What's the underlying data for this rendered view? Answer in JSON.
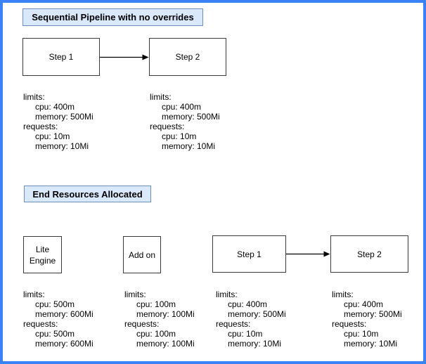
{
  "colors": {
    "frame_blue": "#3b82f6",
    "title_fill": "#dae8fc",
    "title_stroke": "#6c8ebf",
    "node_fill": "#ffffff",
    "node_stroke": "#3a3a3a",
    "arrow_color": "#000000",
    "text_color": "#000000",
    "background": "#ffffff"
  },
  "sections": [
    {
      "title": "Sequential Pipeline with no overrides",
      "nodes": [
        {
          "label": "Step 1"
        },
        {
          "label": "Step 2"
        }
      ],
      "resources": [
        {
          "limits_label": "limits:",
          "limit_cpu": "cpu: 400m",
          "limit_memory": "memory: 500Mi",
          "requests_label": "requests:",
          "request_cpu": "cpu: 10m",
          "request_memory": "memory: 10Mi"
        },
        {
          "limits_label": "limits:",
          "limit_cpu": "cpu: 400m",
          "limit_memory": "memory: 500Mi",
          "requests_label": "requests:",
          "request_cpu": "cpu: 10m",
          "request_memory": "memory: 10Mi"
        }
      ]
    },
    {
      "title": "End Resources Allocated",
      "nodes": [
        {
          "label": "Lite Engine"
        },
        {
          "label": "Add on"
        },
        {
          "label": "Step 1"
        },
        {
          "label": "Step 2"
        }
      ],
      "resources": [
        {
          "limits_label": "limits:",
          "limit_cpu": "cpu: 500m",
          "limit_memory": "memory: 600Mi",
          "requests_label": "requests:",
          "request_cpu": "cpu: 500m",
          "request_memory": "memory: 600Mi"
        },
        {
          "limits_label": "limits:",
          "limit_cpu": "cpu: 100m",
          "limit_memory": "memory: 100Mi",
          "requests_label": "requests:",
          "request_cpu": "cpu: 100m",
          "request_memory": "memory: 100Mi"
        },
        {
          "limits_label": "limits:",
          "limit_cpu": "cpu: 400m",
          "limit_memory": "memory: 500Mi",
          "requests_label": "requests:",
          "request_cpu": "cpu: 10m",
          "request_memory": "memory: 10Mi"
        },
        {
          "limits_label": "limits:",
          "limit_cpu": "cpu: 400m",
          "limit_memory": "memory: 500Mi",
          "requests_label": "requests:",
          "request_cpu": "cpu: 10m",
          "request_memory": "memory: 10Mi"
        }
      ]
    }
  ]
}
